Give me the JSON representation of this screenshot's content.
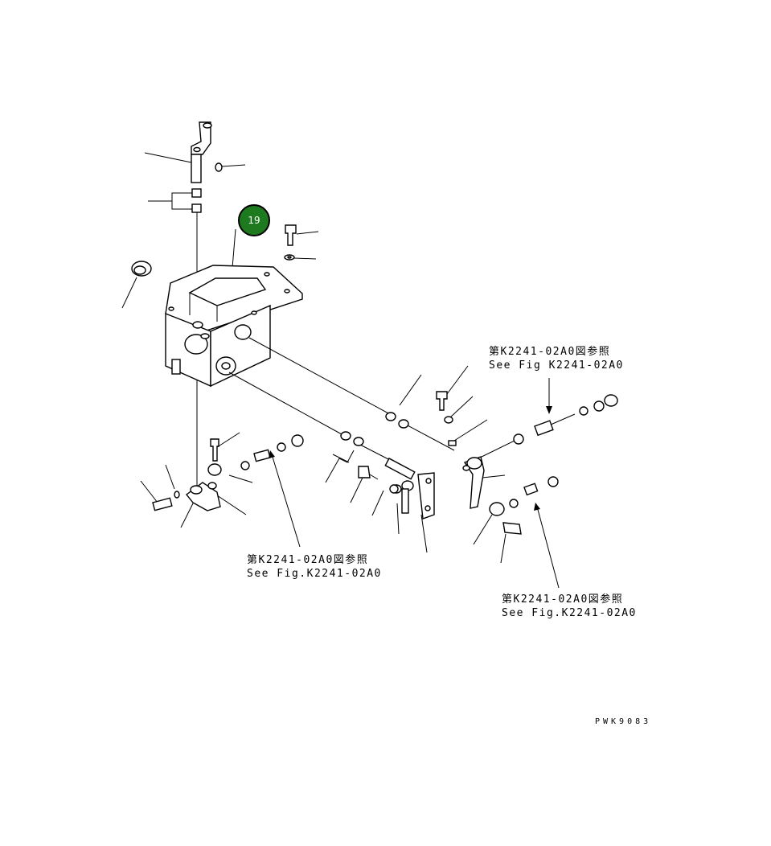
{
  "badge": {
    "number": "19",
    "color": "#1e7a1e"
  },
  "references": [
    {
      "jp": "第K2241-02A0図参照",
      "en": "See Fig K2241-02A0"
    },
    {
      "jp": "第K2241-02A0図参照",
      "en": "See Fig.K2241-02A0"
    },
    {
      "jp": "第K2241-02A0図参照",
      "en": "See Fig.K2241-02A0"
    }
  ],
  "drawing_code": "PWK9083"
}
